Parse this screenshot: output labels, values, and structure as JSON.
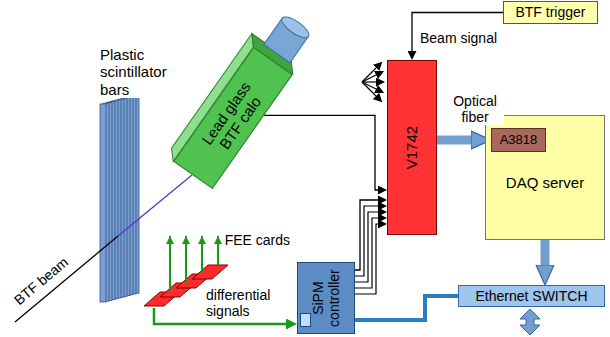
{
  "diagram": {
    "nodes": [
      {
        "text": [
          "BTF trigger"
        ]
      },
      {
        "text": [
          "Lead glass",
          "BTF calo"
        ]
      },
      {
        "text": [
          "V1742"
        ]
      },
      {
        "text": [
          "DAQ server"
        ]
      },
      {
        "text": [
          "A3818"
        ],
        "in": 3
      },
      {
        "text": [
          "FEE cards"
        ]
      },
      {
        "text": [
          "SiPM controller"
        ]
      },
      {
        "text": [
          "Ethernet SWITCH"
        ]
      }
    ],
    "edges": [
      {
        "from": 0,
        "to": 2,
        "arrow": "to",
        "label": "Beam signal"
      },
      {
        "from": 1,
        "to": 2,
        "arrow": "to"
      },
      {
        "from": 2,
        "to": 4,
        "arrow": "to",
        "label": "Optical fiber"
      },
      {
        "from": 5,
        "to": 6,
        "arrow": "to",
        "label": "differential signals"
      },
      {
        "from": 6,
        "to": 2,
        "arrow": "to"
      },
      {
        "from": 6,
        "to": 7,
        "arrow": "none"
      },
      {
        "from": 3,
        "to": 7,
        "arrow": "to"
      }
    ],
    "labels": [
      "Plastic scintillator bars",
      "BTF beam"
    ]
  }
}
